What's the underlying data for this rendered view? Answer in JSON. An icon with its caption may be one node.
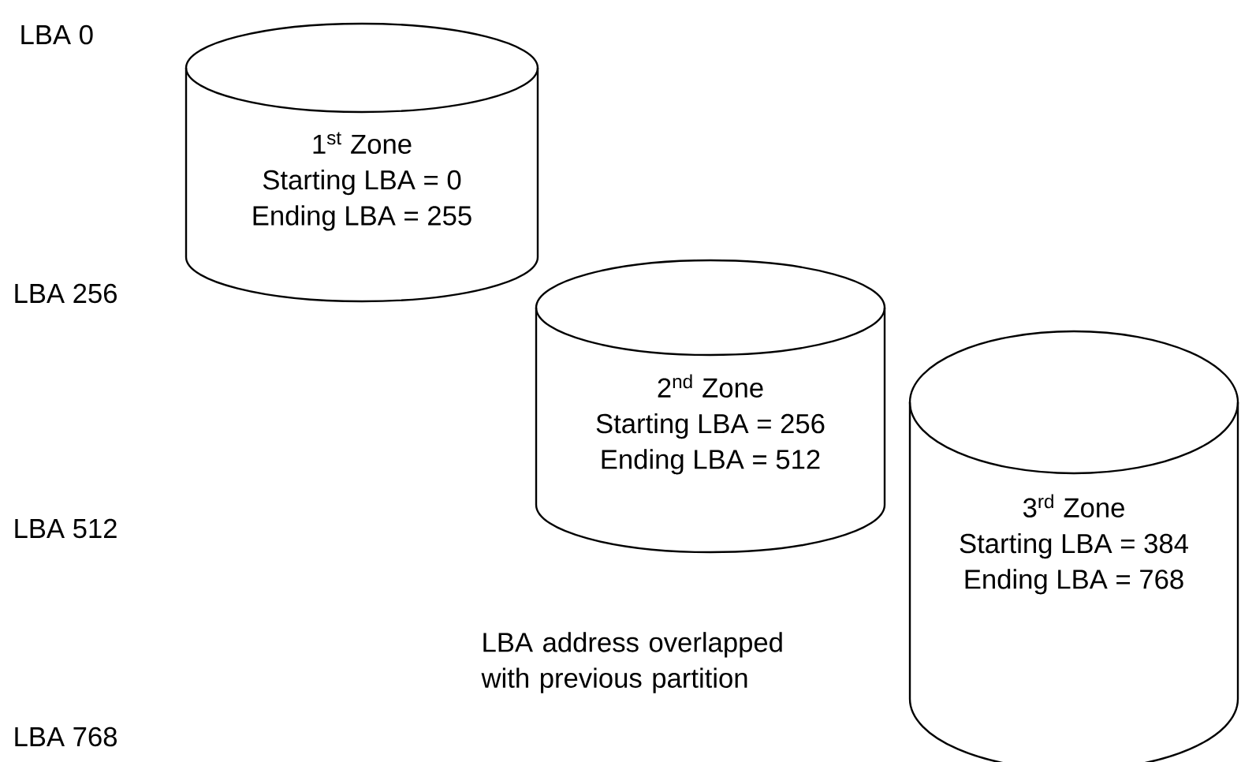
{
  "diagram": {
    "nodes": [
      {
        "text": [
          "\\mathrm{1}^{\\mathrm{st}}\\mathrm{\\ Zone}",
          "Starting LBA = 0",
          "Ending LBA = 255"
        ]
      },
      {
        "text": [
          "\\mathrm{2}^{\\mathrm{nd}}\\mathrm{\\ Zone}",
          "Starting LBA = 256",
          "Ending LBA = 512"
        ]
      },
      {
        "text": [
          "\\mathrm{3}^{\\mathrm{rd}}\\mathrm{\\ Zone}",
          "Starting LBA = 384",
          "Ending LBA = 768"
        ]
      }
    ],
    "labels": [
      "LBA 0",
      "LBA 256",
      "LBA 512",
      "LBA address overlapped with previous partition",
      "LBA 768"
    ]
  }
}
